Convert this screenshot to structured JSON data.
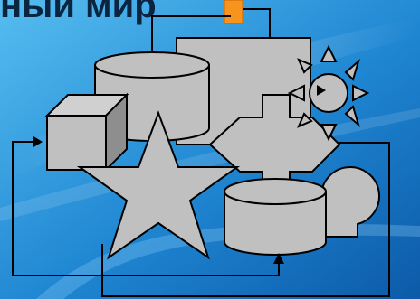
{
  "title": "ный мир",
  "colors": {
    "background_top": "#3aa6e2",
    "background_bottom": "#0d5fae",
    "shape_fill": "#c0c0c0",
    "shape_stroke": "#000000",
    "accent_orange": "#f7941d",
    "title_color": "#0b2440"
  },
  "shapes": [
    "orange-rectangle",
    "gray-rectangle",
    "top-cylinder",
    "cube",
    "star",
    "cross",
    "sun",
    "bottom-cylinder",
    "rounded-shape"
  ]
}
